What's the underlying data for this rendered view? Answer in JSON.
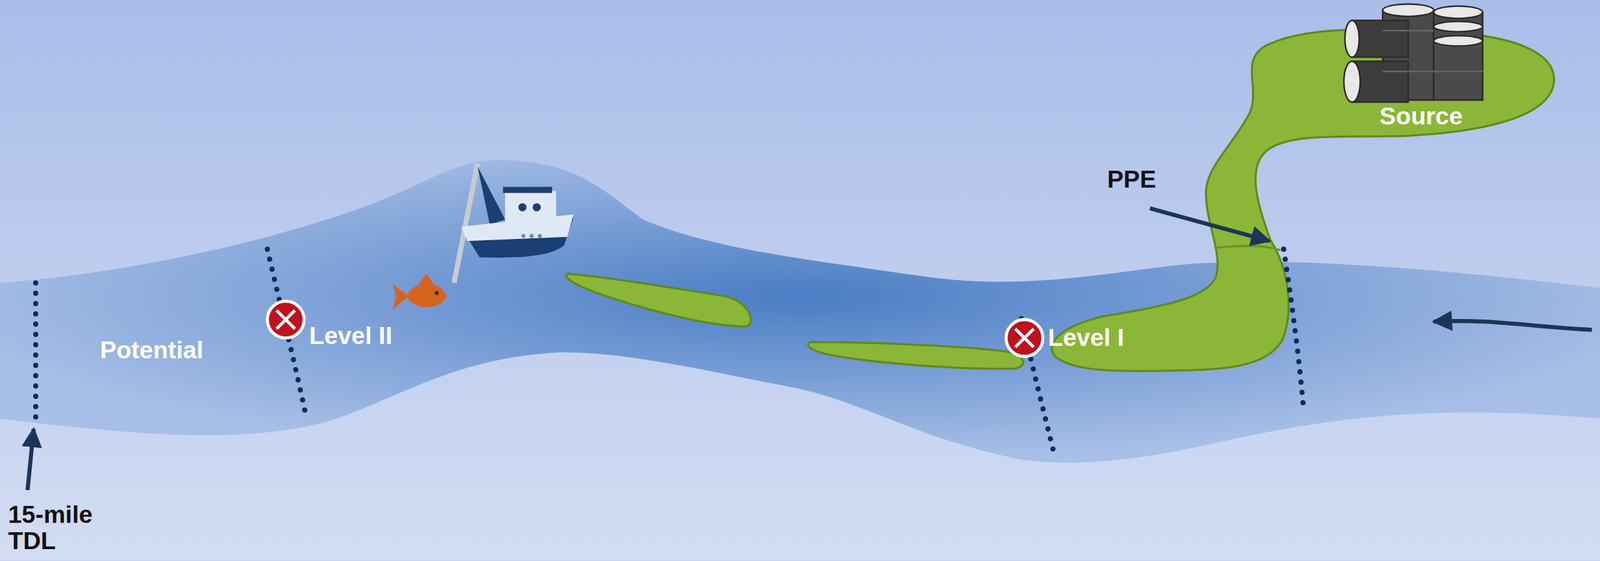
{
  "diagram": {
    "nodes": [
      {
        "text": [
          "Source"
        ]
      }
    ],
    "labels": [
      "PPE",
      "Level I",
      "Level II",
      "Potential",
      "15-mile TDL"
    ]
  }
}
